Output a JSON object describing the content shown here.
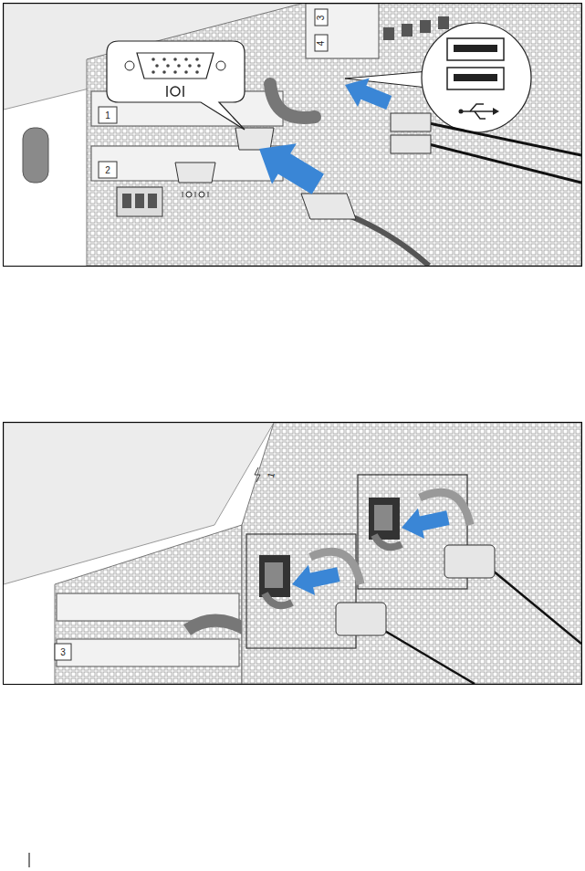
{
  "diagram": {
    "labels": [
      "1",
      "2",
      "3",
      "4",
      "3",
      "1"
    ]
  }
}
